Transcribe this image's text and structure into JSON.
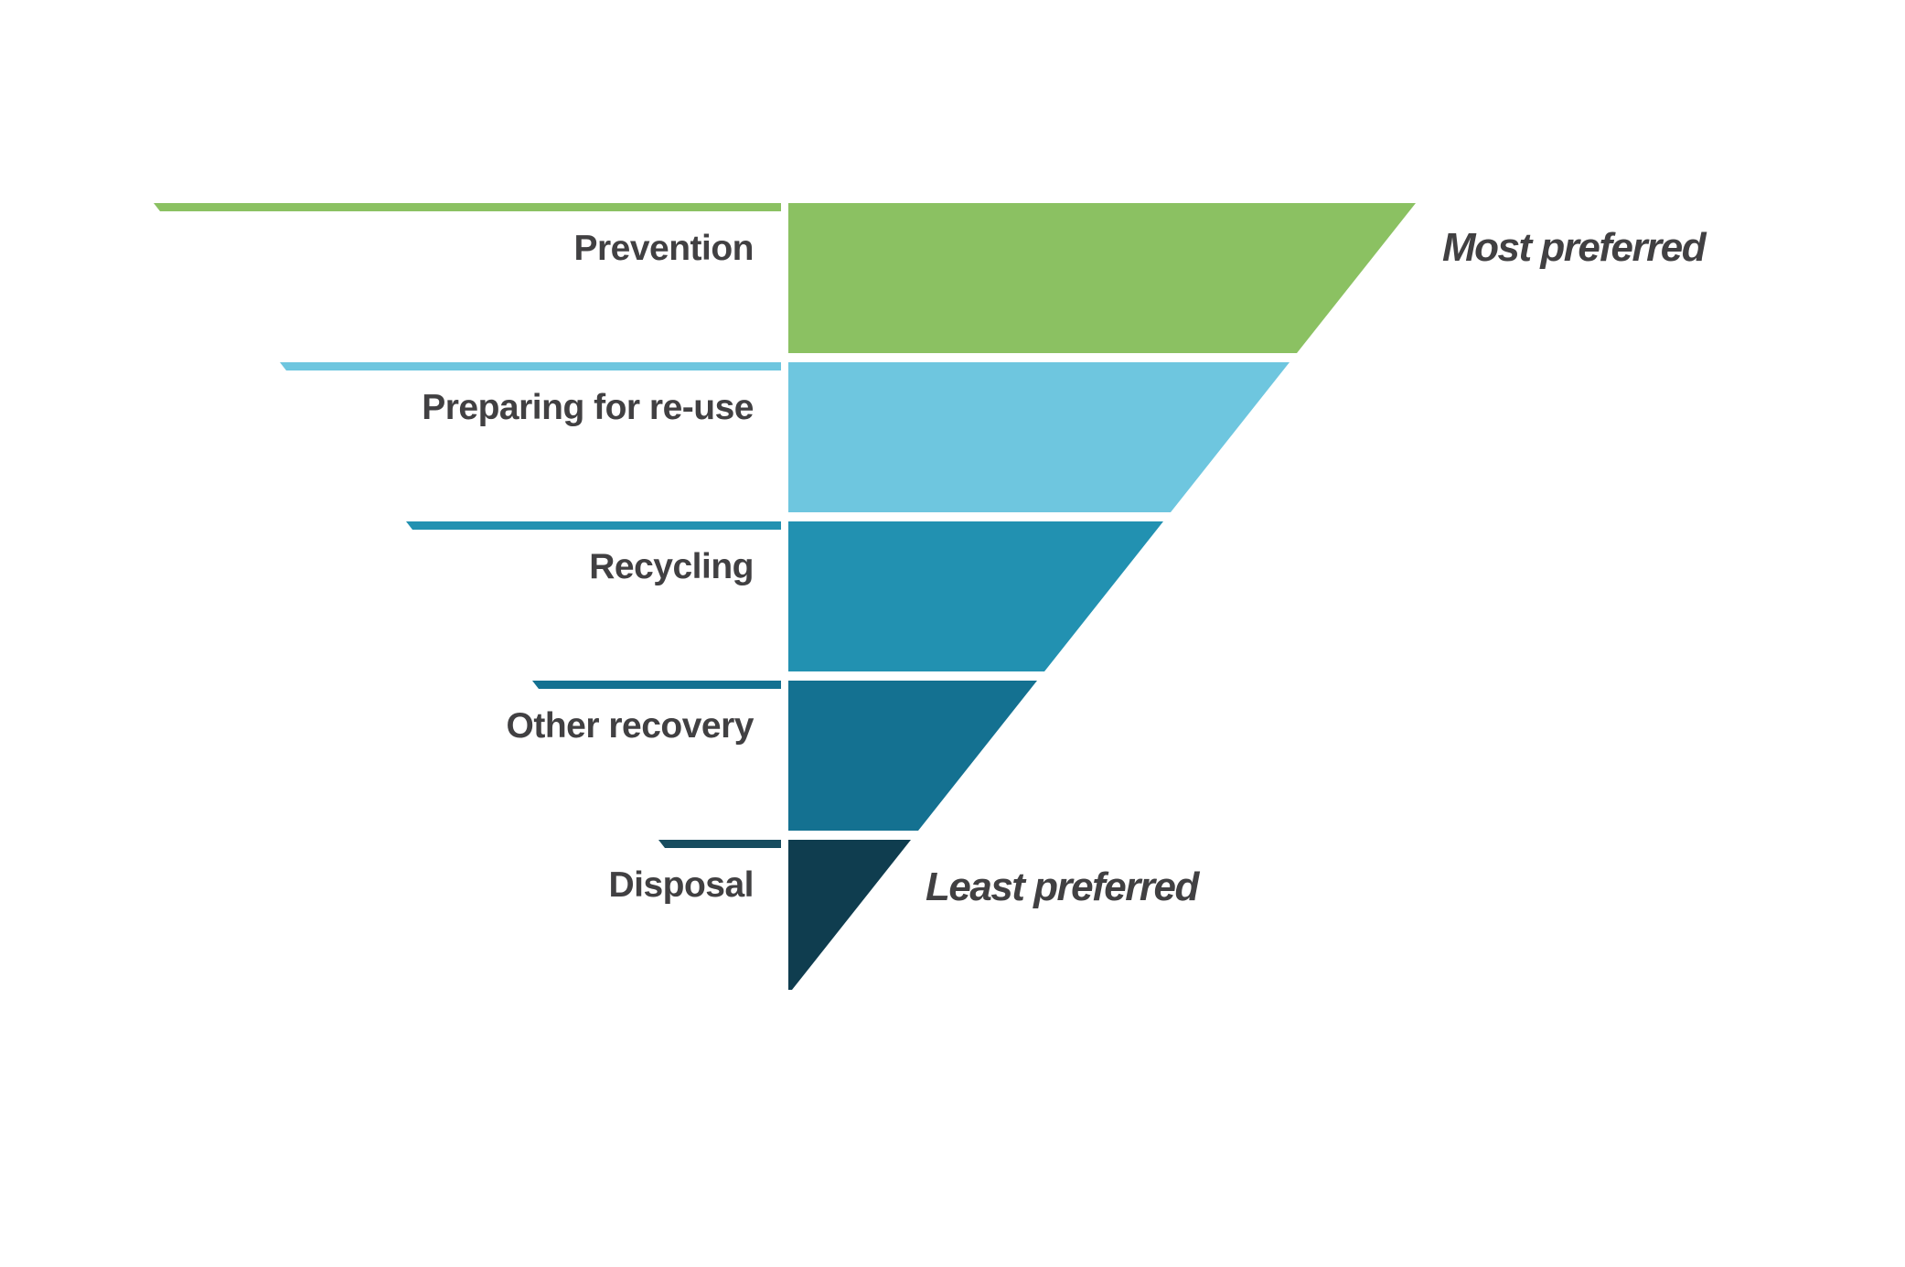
{
  "diagram": {
    "kind": "waste-hierarchy-inverted-pyramid",
    "background": "#FFFFFF",
    "text_color": "#414042",
    "levels": [
      {
        "label": "Prevention",
        "color": "#8BC162",
        "line_color": "#8BC162"
      },
      {
        "label": "Preparing for re-use",
        "color": "#6EC6DF",
        "line_color": "#6EC6DF"
      },
      {
        "label": "Recycling",
        "color": "#2291B1",
        "line_color": "#2291B1"
      },
      {
        "label": "Other recovery",
        "color": "#147191",
        "line_color": "#147191"
      },
      {
        "label": "Disposal",
        "color": "#0F3D4F",
        "line_color": "#174C5F"
      }
    ],
    "annotations": {
      "most_preferred": "Most preferred",
      "least_preferred": "Least preferred"
    }
  }
}
